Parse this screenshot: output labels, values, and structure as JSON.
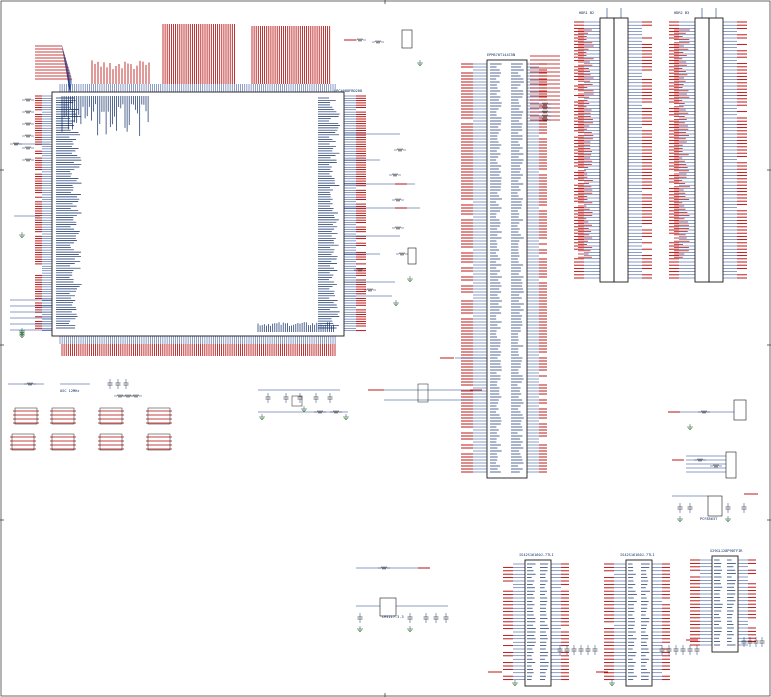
{
  "colors": {
    "wire": "#1c3c8c",
    "net": "#b40000",
    "text": "#0b2a66",
    "component": "#1a1a1a",
    "ground": "#2a6a2a",
    "frame": "#444444"
  },
  "labels": {
    "mcu_part": "LPC4088FBD208",
    "cpld_part": "EPM570T144C5N",
    "header1": "HDR1 B2",
    "header2": "HDR2 B3",
    "mem1": "IS42S16160J-7TLI",
    "mem2": "IS42S16160J-7TLI",
    "flash": "S29GL128P90TFIR",
    "osc_block": "OSC 12MHz",
    "reg_part": "LM1117-3.3",
    "rtc_part": "PCF8563T"
  }
}
